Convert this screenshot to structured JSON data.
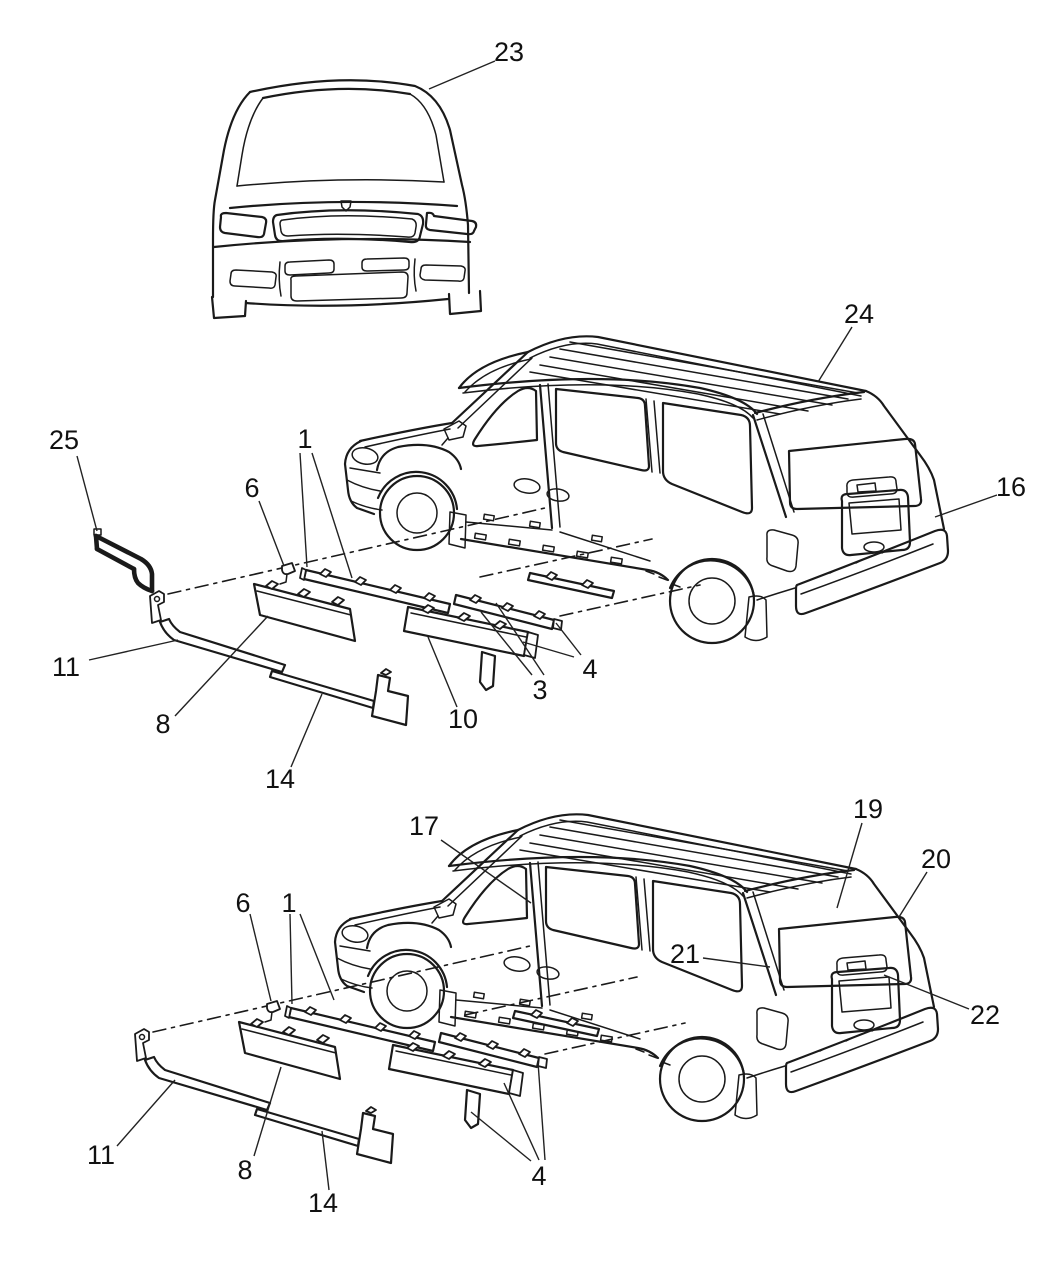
{
  "colors": {
    "line": "#1a1a1a",
    "background": "#ffffff",
    "label_text": "#111111"
  },
  "diagram": {
    "type": "vehicle-parts-exploded-diagram",
    "views": [
      "front-view-vehicle",
      "side-view-vehicle-upper-with-moldings",
      "side-view-vehicle-lower-with-moldings"
    ]
  },
  "callouts": {
    "front": [
      {
        "label": "23"
      }
    ],
    "upper": [
      {
        "label": "24"
      },
      {
        "label": "16"
      },
      {
        "label": "25"
      },
      {
        "label": "1"
      },
      {
        "label": "6"
      },
      {
        "label": "11"
      },
      {
        "label": "8"
      },
      {
        "label": "10"
      },
      {
        "label": "14"
      },
      {
        "label": "3"
      },
      {
        "label": "4"
      }
    ],
    "lower": [
      {
        "label": "17"
      },
      {
        "label": "19"
      },
      {
        "label": "20"
      },
      {
        "label": "21"
      },
      {
        "label": "22"
      },
      {
        "label": "6"
      },
      {
        "label": "1"
      },
      {
        "label": "11"
      },
      {
        "label": "8"
      },
      {
        "label": "14"
      },
      {
        "label": "4"
      }
    ]
  }
}
